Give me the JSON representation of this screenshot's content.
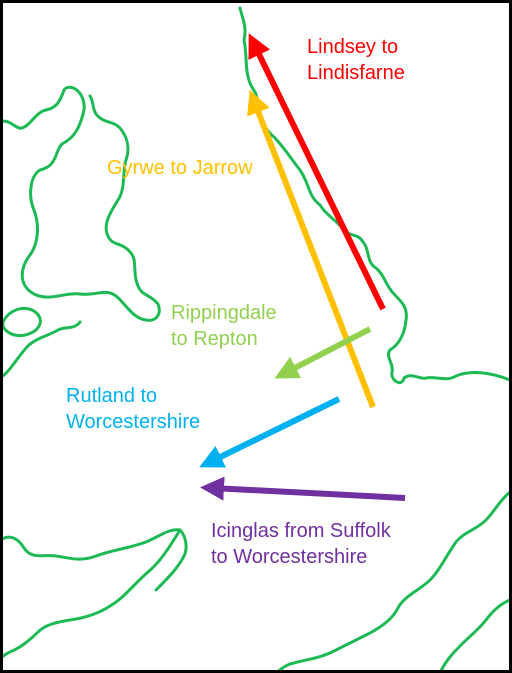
{
  "map": {
    "coast_color": "#1db954",
    "border_color": "#000000",
    "background": "#ffffff"
  },
  "routes": [
    {
      "id": "lindsey",
      "color": "#ff0000",
      "label_lines": [
        "Lindsey to",
        "Lindisfarne"
      ]
    },
    {
      "id": "gyrwe",
      "color": "#ffc000",
      "label_lines": [
        "Gyrwe to Jarrow"
      ]
    },
    {
      "id": "rippingdale",
      "color": "#92d050",
      "label_lines": [
        "Rippingdale",
        "to Repton"
      ]
    },
    {
      "id": "rutland",
      "color": "#00b0f0",
      "label_lines": [
        "Rutland to",
        "Worcestershire"
      ]
    },
    {
      "id": "icinglas",
      "color": "#7030a0",
      "label_lines": [
        "Icinglas from Suffolk",
        "to Worcestershire"
      ]
    }
  ]
}
